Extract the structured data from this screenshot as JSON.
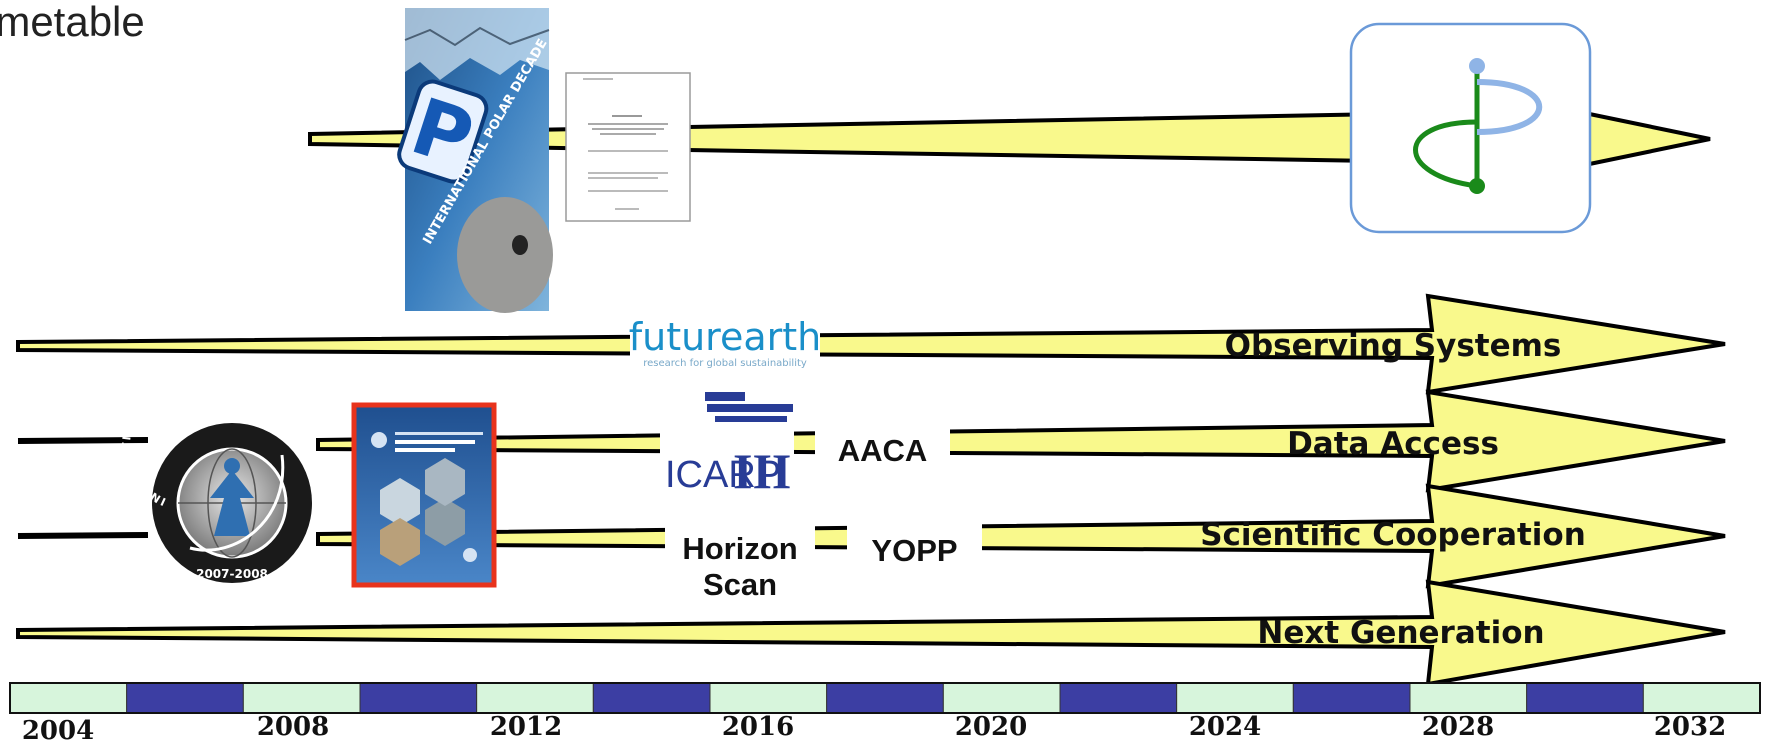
{
  "title": "imetable",
  "bands": [
    {
      "label": "Observing Systems"
    },
    {
      "label": "Data Access"
    },
    {
      "label": "Scientific Cooperation"
    },
    {
      "label": "Next Generation"
    }
  ],
  "boxes": {
    "aaca": "AACA",
    "horizon_scan_line1": "Horizon",
    "horizon_scan_line2": "Scan",
    "yopp": "YOPP"
  },
  "logos": {
    "futurearth_name": "futurearth",
    "futurearth_tagline": "research for global sustainability",
    "icarp": "ICARP",
    "icarp_numeral": "III",
    "ipd_letter": "P",
    "ipd_text": "INTERNATIONAL POLAR DECADE",
    "ipy_ring_text": "INTERNATIONAL POLAR YEAR",
    "ipy_years": "2007-2008"
  },
  "timeline": {
    "segment_colors": [
      "#d7f5dc",
      "#3c3ea3"
    ],
    "years": [
      "2004",
      "2008",
      "2012",
      "2016",
      "2020",
      "2024",
      "2028",
      "2032"
    ]
  },
  "colors": {
    "arrow_fill": "#f9f98c",
    "arrow_stroke": "#000000",
    "ipy_report_border": "#e8331c",
    "logo_green": "#1a8a1a",
    "logo_blue": "#8fb4e6",
    "icarp_blue": "#283c96"
  }
}
